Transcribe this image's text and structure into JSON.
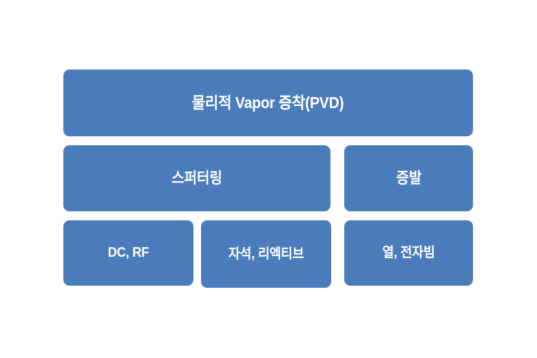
{
  "diagram": {
    "type": "hierarchy-tree",
    "orientation": "top-down",
    "background_color": "#ffffff",
    "node_fill_color": "#4a7cbb",
    "node_text_color": "#ffffff",
    "levels": [
      {
        "level": 1,
        "nodes": [
          {
            "id": "pvd",
            "label": "물리적 Vapor 증착(PVD)"
          }
        ]
      },
      {
        "level": 2,
        "nodes": [
          {
            "id": "sputtering",
            "label": "스퍼터링"
          },
          {
            "id": "evaporation",
            "label": "증발"
          }
        ]
      },
      {
        "level": 3,
        "nodes": [
          {
            "id": "dc-rf",
            "label": "DC, RF"
          },
          {
            "id": "magnet-reactive",
            "label": "자석, 리엑티브"
          },
          {
            "id": "thermal-ebeam",
            "label": "열, 전자빔"
          }
        ]
      }
    ]
  }
}
